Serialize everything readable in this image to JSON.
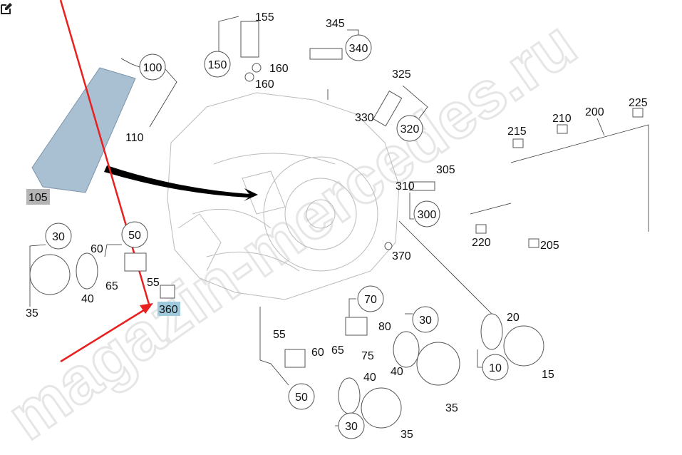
{
  "watermark": "magazin-mercedes.ru",
  "edit_icon": "edit-icon",
  "colors": {
    "highlight_selected": "#9fc9dc",
    "highlight_grey": "#b5b5b5",
    "arrow_red": "#e8201f"
  },
  "circled": [
    "100",
    "150",
    "340",
    "320",
    "300",
    "30",
    "50",
    "70",
    "30",
    "10",
    "50",
    "30"
  ],
  "plain": [
    "155",
    "160",
    "160",
    "345",
    "325",
    "330",
    "310",
    "305",
    "370",
    "215",
    "210",
    "200",
    "225",
    "220",
    "205",
    "110",
    "60",
    "65",
    "55",
    "35",
    "40",
    "55",
    "60",
    "65",
    "80",
    "75",
    "40",
    "40",
    "35",
    "15",
    "35",
    "20"
  ],
  "highlighted": {
    "grey": "105",
    "selected": "360"
  }
}
